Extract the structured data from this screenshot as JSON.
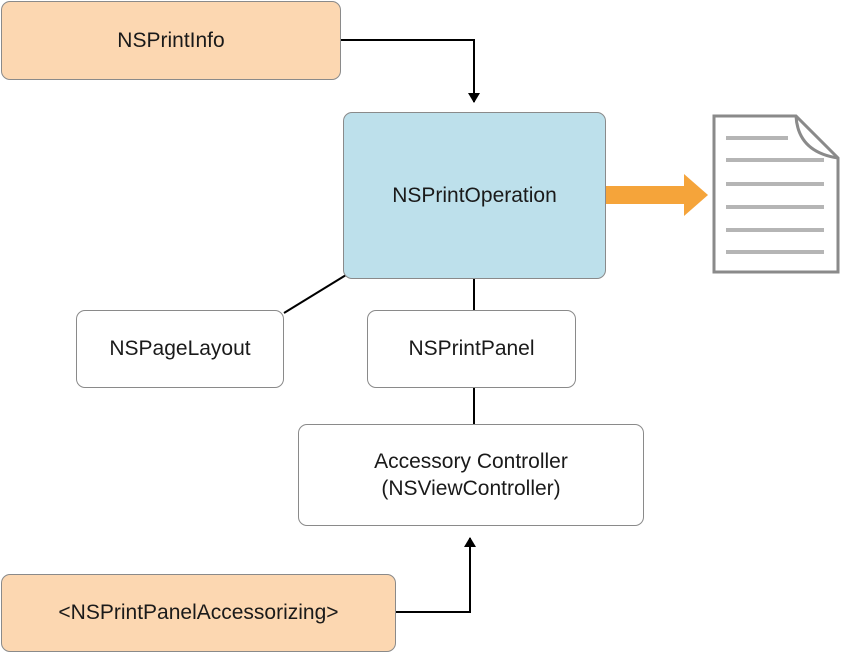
{
  "diagram": {
    "nodes": {
      "print_info": "NSPrintInfo",
      "print_operation": "NSPrintOperation",
      "page_layout": "NSPageLayout",
      "print_panel": "NSPrintPanel",
      "accessory_controller": {
        "line1": "Accessory Controller",
        "line2": "(NSViewController)"
      },
      "accessorizing_protocol": "<NSPrintPanelAccessorizing>"
    },
    "output_icon": "document-icon",
    "colors": {
      "peach": "#fcd7b1",
      "blue": "#bde0eb",
      "output_arrow": "#f5a43a",
      "border": "#8a8a8a"
    }
  }
}
